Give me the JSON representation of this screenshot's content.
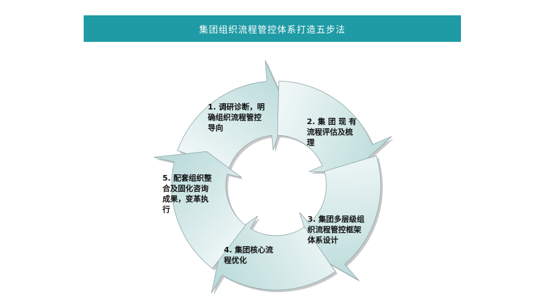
{
  "title": "集团组织流程管控体系打造五步法",
  "colors": {
    "title_bg": "#1f9ba5",
    "arrow_fill_light": "#eef6f6",
    "arrow_fill_dark": "#bcdcdb",
    "arrow_stroke": "#8fa4a8",
    "shadow": "#9a9a9a"
  },
  "steps": [
    {
      "lines": [
        "1. 调研诊断，明",
        "确组织流程管控",
        "导向"
      ]
    },
    {
      "lines": [
        "2. 集 团 现 有",
        "流程评估及梳",
        "理"
      ]
    },
    {
      "lines": [
        "3. 集团多层级组",
        "织流程管控框架",
        "体系设计"
      ]
    },
    {
      "lines": [
        "4. 集团核心流",
        "程优化"
      ]
    },
    {
      "lines": [
        "5. 配套组织整",
        "合及固化咨询",
        "成果，变革执",
        "行"
      ]
    }
  ]
}
